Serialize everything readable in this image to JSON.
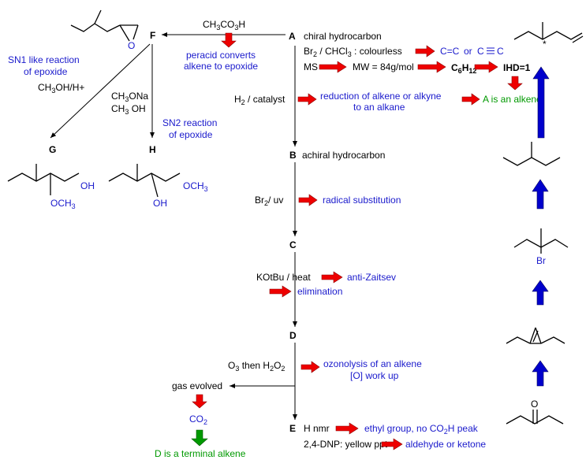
{
  "nodes": {
    "A": "A",
    "B": "B",
    "C": "C",
    "D": "D",
    "E": "E",
    "F": "F",
    "G": "G",
    "H": "H"
  },
  "descriptions": {
    "A": "chiral hydrocarbon",
    "B": "achiral hydrocarbon"
  },
  "reagents": {
    "peracid": "CH",
    "peracid_sub1": "3",
    "peracid_mid": "CO",
    "peracid_sub2": "3",
    "peracid_end": "H",
    "methanol_acid": "CH",
    "methanol_acid_sub": "3",
    "methanol_acid_end": "OH/H+",
    "methoxide_l1": "CH",
    "methoxide_l1_sub": "3",
    "methoxide_l1_end": "ONa",
    "methoxide_l2": "CH",
    "methoxide_l2_sub": "3",
    "methoxide_l2_end": " OH",
    "bromine": "Br",
    "bromine_sub": "2",
    "bromine_end": " / CHCl",
    "bromine_sub2": "3",
    "bromine_tail": " : colourless",
    "ms": "MS",
    "hydrogenation": "H",
    "hydrogenation_sub": "2",
    "hydrogenation_end": " / catalyst",
    "radical": "Br",
    "radical_sub": "2",
    "radical_end": "/ uv",
    "kotbu": "KOtBu / heat",
    "ozone": "O",
    "ozone_sub": "3",
    "ozone_mid": " then H",
    "ozone_sub2": "2",
    "ozone_mid2": "O",
    "ozone_sub3": "2",
    "hnmr": "H nmr",
    "dnp": "2,4-DNP: yellow ppt",
    "gas": "gas evolved"
  },
  "notes": {
    "epoxide": "peracid converts",
    "epoxide_l2": "alkene to epoxide",
    "sn1_l1": "SN1 like reaction",
    "sn1_l2": "of epoxide",
    "sn2_l1": "SN2 reaction",
    "sn2_l2": "of epoxide",
    "cc_double": "C=C",
    "or": "or",
    "cc_triple": "C",
    "cc_triple_end": "C",
    "mw": "MW = 84g/mol",
    "formula_c": "C",
    "formula_c_sub": "6",
    "formula_h": "H",
    "formula_h_sub": "12",
    "ihd": "IHD=1",
    "reduction_l1": "reduction of alkene or alkyne",
    "reduction_l2": "to an alkane",
    "is_alkene": "A is an alkene",
    "radical_sub": "radical substitution",
    "anti_zaitsev": "anti-Zaitsev",
    "elimination": "elimination",
    "ozonolysis_l1": "ozonolysis of an alkene",
    "ozonolysis_l2": "[O] work up",
    "co2": "CO",
    "co2_sub": "2",
    "terminal": "D is a terminal alkene",
    "ethyl": "ethyl group, no CO",
    "ethyl_sub": "2",
    "ethyl_end": "H peak",
    "carbonyl": "aldehyde or ketone"
  },
  "structure_labels": {
    "epoxide_O": "O",
    "G_OH": "OH",
    "G_OMe": "OCH",
    "G_OMe_sub": "3",
    "H_OMe": "OCH",
    "H_OMe_sub": "3",
    "H_OH": "OH",
    "Br": "Br",
    "ketone_O": "O",
    "star": "*"
  },
  "colors": {
    "note_blue": "#1a1acc",
    "note_green": "#009900",
    "arrow_red": "#ee0000",
    "arrow_green": "#009900",
    "arrow_blue": "#0000cc"
  }
}
